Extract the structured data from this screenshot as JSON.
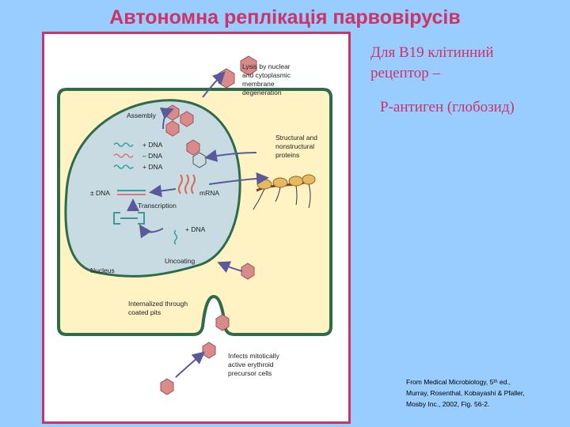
{
  "title": "Автономна реплікація парвовірусів",
  "side_text": {
    "line1": "Для В19 клітинний",
    "line2": "рецептор –",
    "line3": "Р-антиген (глобозид)"
  },
  "diagram": {
    "lysis": [
      "Lysis by nuclear",
      "and cytoplasmic",
      "membrane",
      "degeneration"
    ],
    "assembly": "Assembly",
    "dna_plus_1": "+ DNA",
    "dna_minus": "– DNA",
    "dna_plus_2": "+ DNA",
    "structural": [
      "Structural and",
      "nonstructural",
      "proteins"
    ],
    "pm_dna": "± DNA",
    "mrna": "mRNA",
    "transcription": "Transcription",
    "dna_plus_3": "+ DNA",
    "uncoating": "Uncoating",
    "nucleus": "Nucleus",
    "internalized": [
      "Internalized through",
      "coated pits"
    ],
    "infects": [
      "Infects mitotically",
      "active erythroid",
      "precursor cells"
    ]
  },
  "citation": {
    "line1": "From Medical Microbiology, 5ᵗʰ ed.,",
    "line2": "Murray, Rosenthal, Kobayashi & Pfaller,",
    "line3": "Mosby Inc., 2002, Fig.  56-2."
  },
  "colors": {
    "title": "#cc3366",
    "background": "#99ccff",
    "cell": "#fff3c4",
    "nucleus": "#c8dbe3",
    "cell_border": "#2e6b4a",
    "virion": "#d98a8a",
    "arrow": "#5a5a9a"
  }
}
